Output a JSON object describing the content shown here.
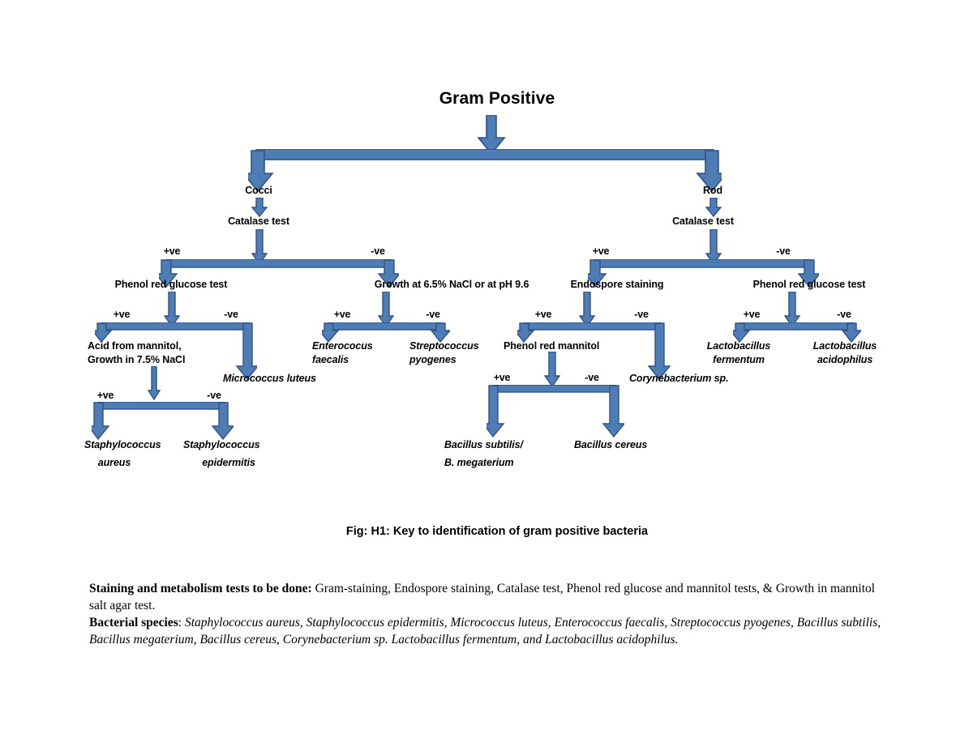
{
  "figure": {
    "root_label": "Gram Positive",
    "caption": "Fig: H1: Key to identification of gram positive bacteria",
    "accent_fill": "#4E7CB5",
    "accent_stroke": "#2F5387"
  },
  "nodes": {
    "cocci": "Cocci",
    "rod": "Rod",
    "catalase_left": "Catalase test",
    "catalase_right": "Catalase test",
    "phenol_red_glucose_cocci": "Phenol red glucose test",
    "growth_nacl_ph": "Growth at 6.5% NaCl or at pH 9.6",
    "endospore_staining": "Endospore staining",
    "phenol_red_glucose_rod": "Phenol red glucose test",
    "acid_mannitol_line1": "Acid from mannitol,",
    "acid_mannitol_line2": "Growth in 7.5% NaCl",
    "phenol_red_mannitol": "Phenol red mannitol"
  },
  "species": {
    "micrococcus_luteus": "Micrococcus luteus",
    "enterococus_faecalis_line1": "Enterococus",
    "enterococus_faecalis_line2": "faecalis",
    "streptococcus_pyogenes_line1": "Streptococcus",
    "streptococcus_pyogenes_line2": "pyogenes",
    "corynebacterium_sp": "Corynebacterium sp.",
    "lactobacillus_fermentum_line1": "Lactobacillus",
    "lactobacillus_fermentum_line2": "fermentum",
    "lactobacillus_acidophilus_line1": "Lactobacillus",
    "lactobacillus_acidophilus_line2": "acidophilus",
    "staph_aureus_line1": "Staphylococcus",
    "staph_aureus_line2": "aureus",
    "staph_epidermitis_line1": "Staphylococcus",
    "staph_epidermitis_line2": "epidermitis",
    "bacillus_subtilis_line1": "Bacillus subtilis/",
    "bacillus_subtilis_line2": "B. megaterium",
    "bacillus_cereus": "Bacillus cereus"
  },
  "branch_labels": {
    "pos": "+ve",
    "neg": "-ve"
  },
  "notes": {
    "tests_heading": "Staining and metabolism tests to be done:",
    "tests_body": " Gram-staining, Endospore staining, Catalase test, Phenol red glucose and mannitol tests, & Growth in mannitol salt agar test.",
    "species_heading": "Bacterial species",
    "species_colon": ":",
    "species_body": " Staphylococcus aureus, Staphylococcus epidermitis, Micrococcus luteus, Enterococcus faecalis, Streptococcus pyogenes, Bacillus subtilis, Bacillus megaterium, Bacillus cereus, Corynebacterium sp. Lactobacillus fermentum, and Lactobacillus acidophilus."
  }
}
